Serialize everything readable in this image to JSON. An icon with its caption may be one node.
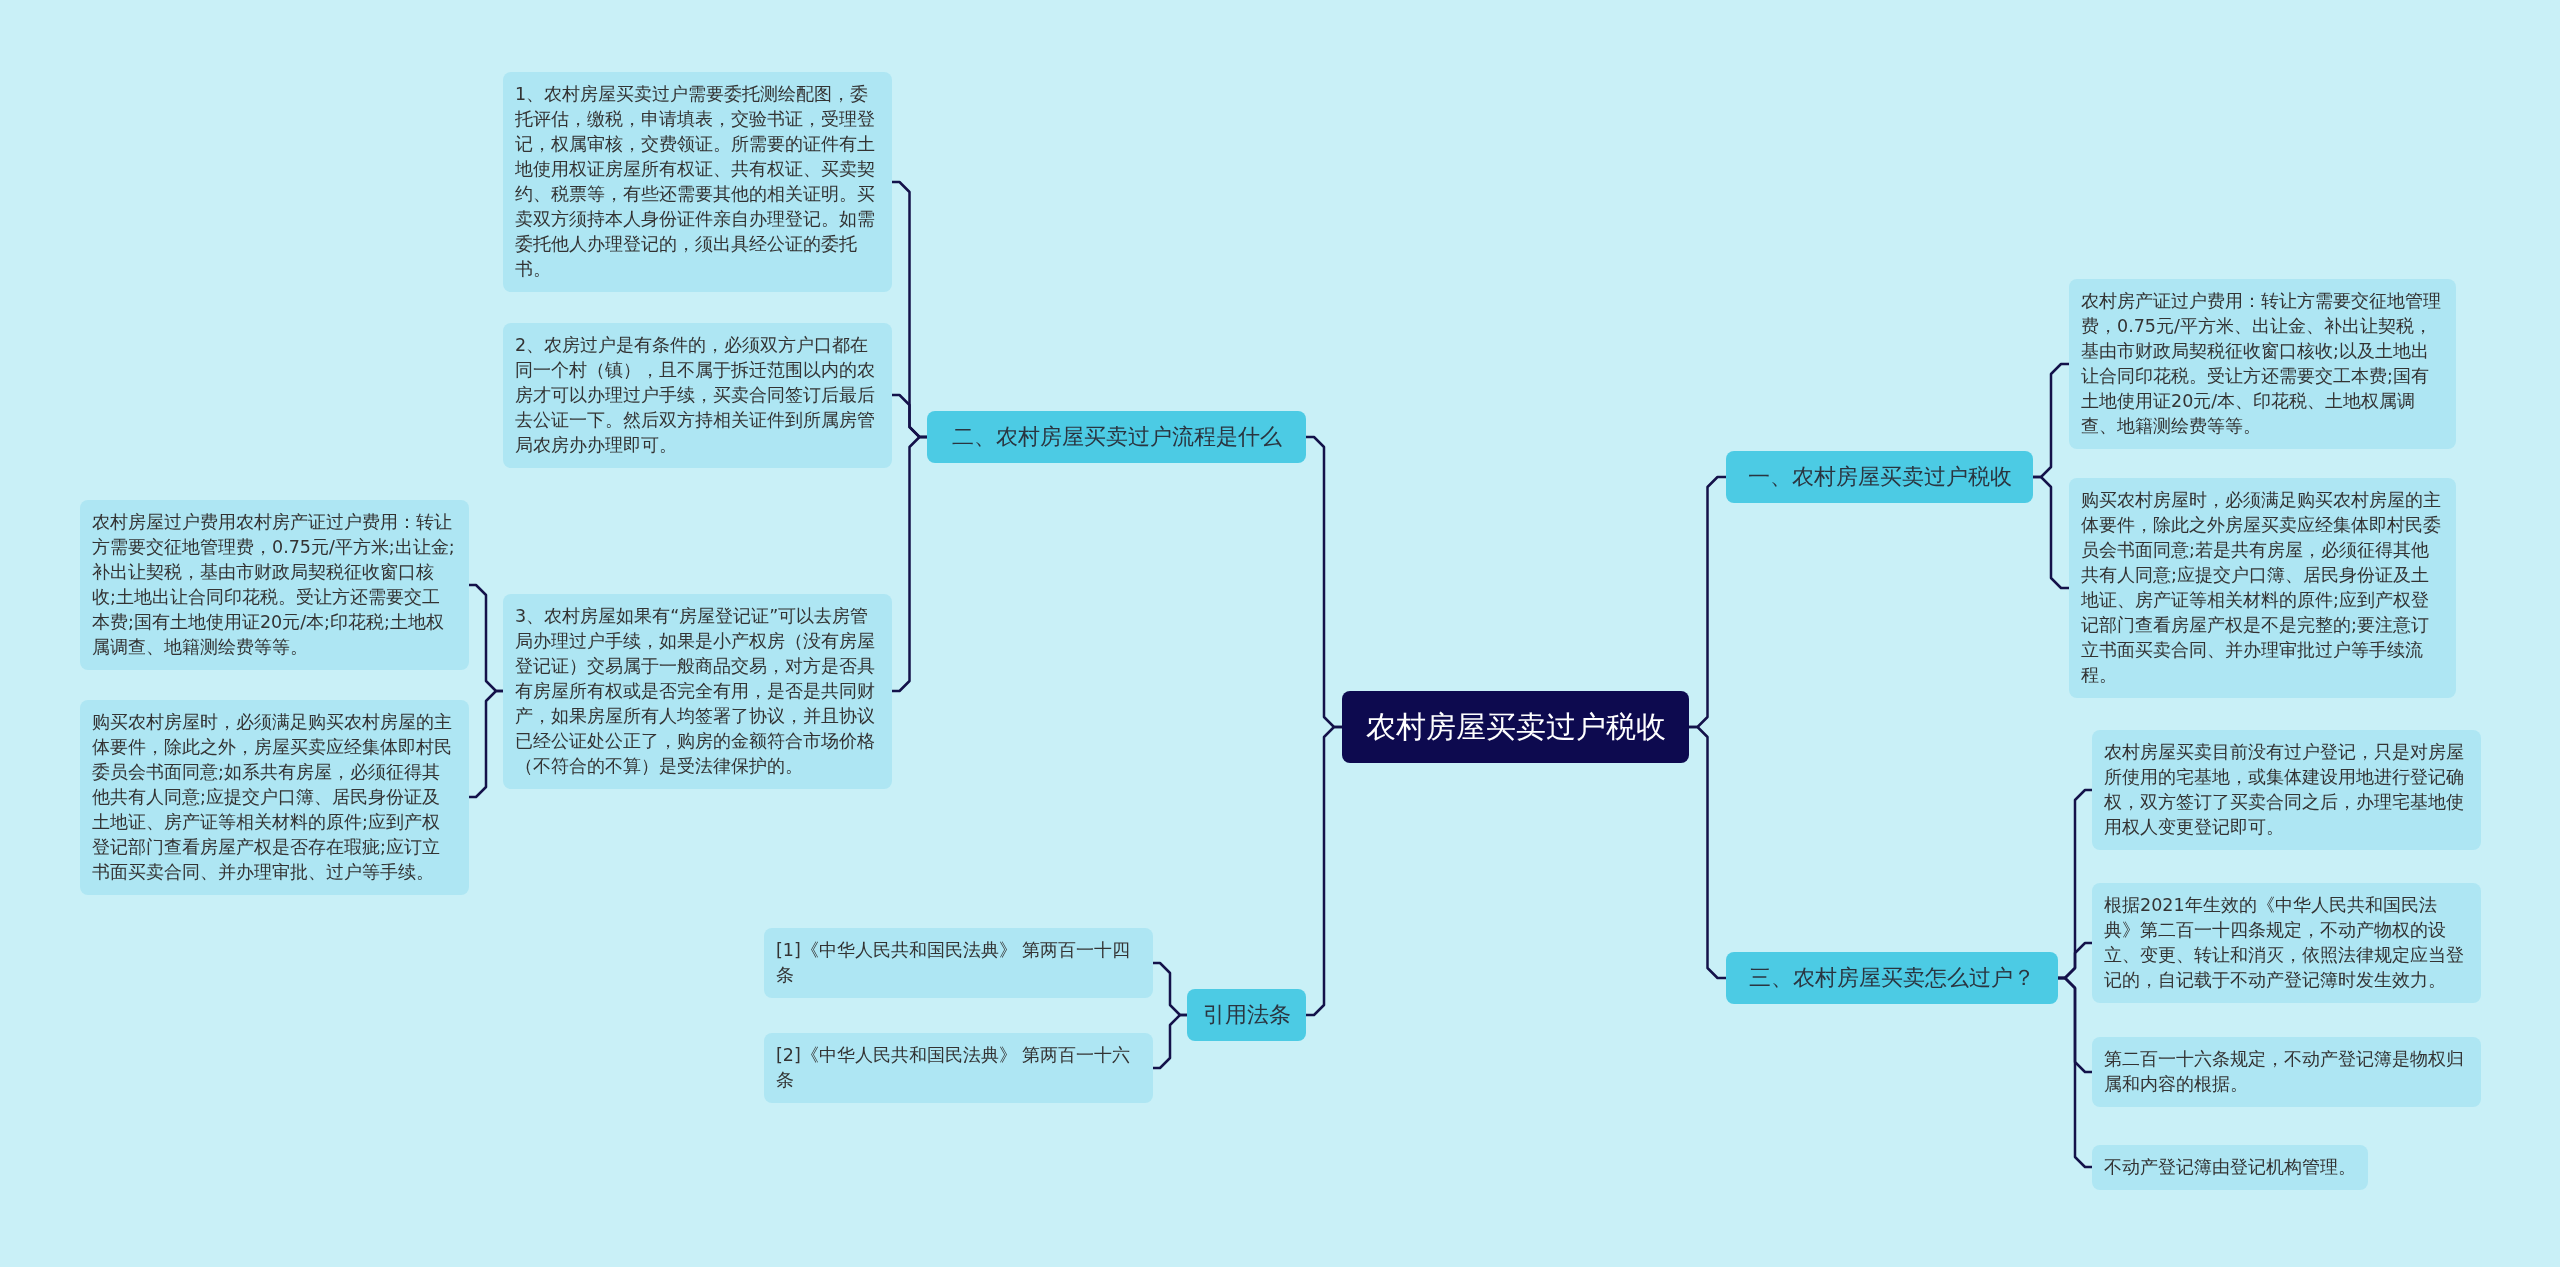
{
  "diagram": {
    "nodes": [
      {
        "text": [
          "农村房屋买卖过户税收"
        ]
      },
      {
        "text": [
          "二、农村房屋买卖过户流程是什么"
        ]
      },
      {
        "text": [
          "1、农村房屋买卖过户需要委托测绘配图，委托评估，缴税，申请填表，交验书证，受理登记，权属审核，交费领证。所需要的证件有土地使用权证房屋所有权证、共有权证、买卖契约、税票等，有些还需要其他的相关证明。买卖双方须持本人身份证件亲自办理登记。如需委托他人办理登记的，须出具经公证的委托书。"
        ]
      },
      {
        "text": [
          "2、农房过户是有条件的，必须双方户口都在同一个村（镇），且不属于拆迁范围以内的农房才可以办理过户手续，买卖合同签订后最后去公证一下。然后双方持相关证件到所属房管局农房办办理即可。"
        ]
      },
      {
        "text": [
          "3、农村房屋如果有“房屋登记证”可以去房管局办理过户手续，如果是小产权房（没有房屋登记证）交易属于一般商品交易，对方是否具有房屋所有权或是否完全有用，是否是共同财产，如果房屋所有人均签署了协议，并且协议已经公证处公正了，购房的金额符合市场价格（不符合的不算）是受法律保护的。"
        ]
      },
      {
        "text": [
          "农村房屋过户费用农村房产证过户费用：转让方需要交征地管理费，0.75元/平方米;出让金;补出让契税，基由市财政局契税征收窗口核收;土地出让合同印花税。受让方还需要交工本费;国有土地使用证20元/本;印花税;土地权属调查、地籍测绘费等等。"
        ]
      },
      {
        "text": [
          "购买农村房屋时，必须满足购买农村房屋的主体要件，除此之外，房屋买卖应经集体即村民委员会书面同意;如系共有房屋，必须征得其他共有人同意;应提交户口簿、居民身份证及土地证、房产证等相关材料的原件;应到产权登记部门查看房屋产权是否存在瑕疵;应订立书面买卖合同、并办理审批、过户等手续。"
        ]
      },
      {
        "text": [
          "引用法条"
        ]
      },
      {
        "text": [
          "[1]《中华人民共和国民法典》 第两百一十四条"
        ]
      },
      {
        "text": [
          "[2]《中华人民共和国民法典》 第两百一十六条"
        ]
      },
      {
        "text": [
          "一、农村房屋买卖过户税收"
        ]
      },
      {
        "text": [
          "农村房产证过户费用：转让方需要交征地管理费，0.75元/平方米、出让金、补出让契税，基由市财政局契税征收窗口核收;以及土地出让合同印花税。受让方还需要交工本费;国有土地使用证20元/本、印花税、土地权属调查、地籍测绘费等等。"
        ]
      },
      {
        "text": [
          "购买农村房屋时，必须满足购买农村房屋的主体要件，除此之外房屋买卖应经集体即村民委员会书面同意;若是共有房屋，必须征得其他共有人同意;应提交户口簿、居民身份证及土地证、房产证等相关材料的原件;应到产权登记部门查看房屋产权是不是完整的;要注意订立书面买卖合同、并办理审批过户等手续流程。"
        ]
      },
      {
        "text": [
          "三、农村房屋买卖怎么过户？"
        ]
      },
      {
        "text": [
          "农村房屋买卖目前没有过户登记，只是对房屋所使用的宅基地，或集体建设用地进行登记确权，双方签订了买卖合同之后，办理宅基地使用权人变更登记即可。"
        ]
      },
      {
        "text": [
          "根据2021年生效的《中华人民共和国民法典》第二百一十四条规定，不动产物权的设立、变更、转让和消灭，依照法律规定应当登记的，自记载于不动产登记簿时发生效力。"
        ]
      },
      {
        "text": [
          "第二百一十六条规定，不动产登记簿是物权归属和内容的根据。"
        ]
      },
      {
        "text": [
          "不动产登记簿由登记机构管理。"
        ]
      }
    ],
    "edges": [
      {
        "from": 0,
        "to": 1,
        "arrow": "none"
      },
      {
        "from": 1,
        "to": 2,
        "arrow": "none"
      },
      {
        "from": 1,
        "to": 3,
        "arrow": "none"
      },
      {
        "from": 1,
        "to": 4,
        "arrow": "none"
      },
      {
        "from": 4,
        "to": 5,
        "arrow": "none"
      },
      {
        "from": 4,
        "to": 6,
        "arrow": "none"
      },
      {
        "from": 0,
        "to": 7,
        "arrow": "none"
      },
      {
        "from": 7,
        "to": 8,
        "arrow": "none"
      },
      {
        "from": 7,
        "to": 9,
        "arrow": "none"
      },
      {
        "from": 0,
        "to": 10,
        "arrow": "none"
      },
      {
        "from": 10,
        "to": 11,
        "arrow": "none"
      },
      {
        "from": 10,
        "to": 12,
        "arrow": "none"
      },
      {
        "from": 0,
        "to": 13,
        "arrow": "none"
      },
      {
        "from": 13,
        "to": 14,
        "arrow": "none"
      },
      {
        "from": 13,
        "to": 15,
        "arrow": "none"
      },
      {
        "from": 13,
        "to": 16,
        "arrow": "none"
      },
      {
        "from": 13,
        "to": 17,
        "arrow": "none"
      }
    ]
  }
}
